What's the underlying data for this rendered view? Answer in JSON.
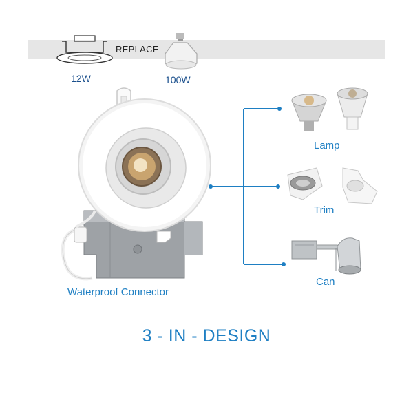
{
  "banner": {
    "replace_label": "REPLACE",
    "left_watt": "12W",
    "right_watt": "100W"
  },
  "options": {
    "lamp_label": "Lamp",
    "trim_label": "Trim",
    "can_label": "Can"
  },
  "product": {
    "connector_label": "Waterproof  Connector"
  },
  "title": "3 - IN - DESIGN",
  "colors": {
    "accent": "#1e7fc3",
    "band": "#e6e6e6",
    "watt_text": "#1a4f8c"
  }
}
